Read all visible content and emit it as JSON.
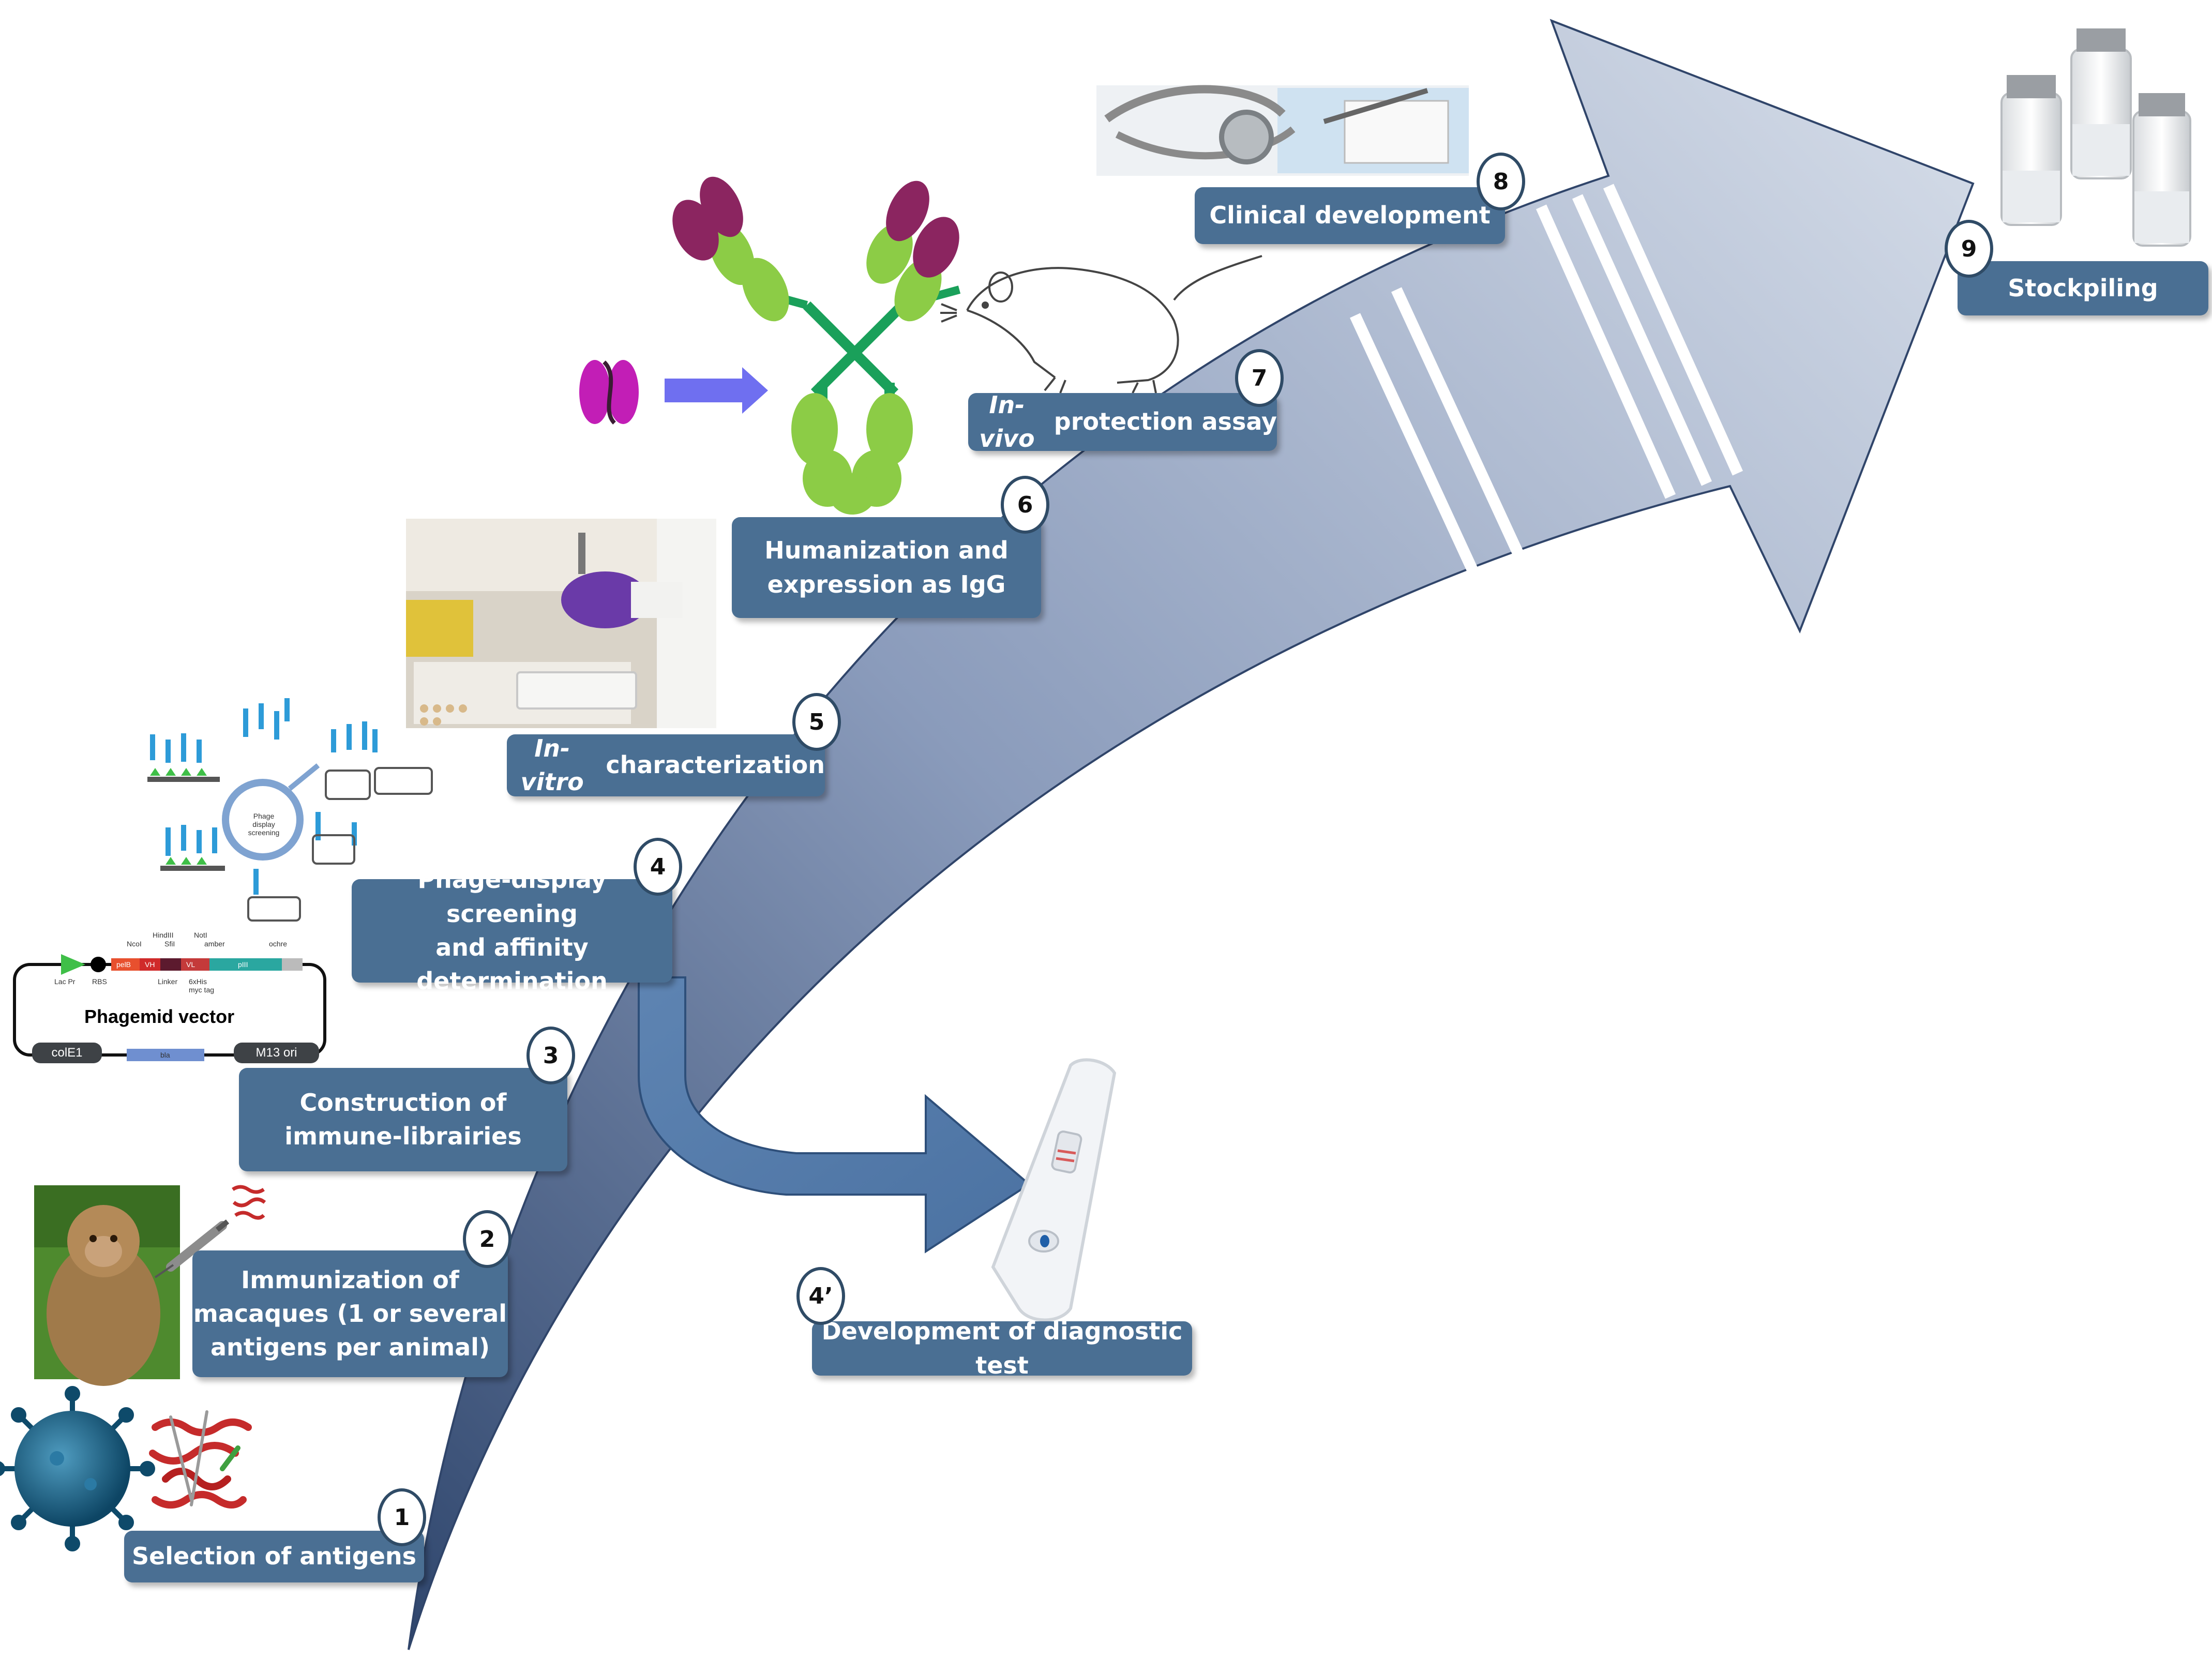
{
  "steps": [
    {
      "num": "1",
      "line1": "Selection of antigens"
    },
    {
      "num": "2",
      "line1": "Immunization of",
      "line2": "macaques (1 or several",
      "line3": "antigens per animal)"
    },
    {
      "num": "3",
      "line1": "Construction of",
      "line2": "immune-librairies"
    },
    {
      "num": "4",
      "line1": "Phage-display screening",
      "line2": "and affinity determination"
    },
    {
      "num": "4’",
      "line1": "Development of diagnostic test"
    },
    {
      "num": "5",
      "italic": "In-vitro",
      "rest": " characterization"
    },
    {
      "num": "6",
      "line1": "Humanization and",
      "line2": "expression as IgG"
    },
    {
      "num": "7",
      "italic": "In-vivo",
      "rest": " protection assay"
    },
    {
      "num": "8",
      "line1": "Clinical development"
    },
    {
      "num": "9",
      "line1": "Stockpiling"
    }
  ],
  "vector": {
    "title": "Phagemid vector",
    "labels": [
      "Lac Pr",
      "RBS",
      "NcoI",
      "HindIII",
      "SfiI",
      "NotI",
      "amber",
      "pelB",
      "VH",
      "VL",
      "Linker",
      "6xHis myc tag",
      "pIII",
      "ochre",
      "colE1",
      "bla",
      "M13 ori"
    ]
  },
  "screening_label": "Phage display screening",
  "colors": {
    "box": "#4a6f93",
    "arrow_dark": "#3c5478",
    "arrow_light": "#d0d7e4",
    "antibody_heavy": "#1aa05a",
    "antibody_light": "#8ccc46",
    "antibody_tip": "#8b2560",
    "fab_purple": "#c21eb6",
    "conversion_arrow": "#6f6ff0"
  }
}
